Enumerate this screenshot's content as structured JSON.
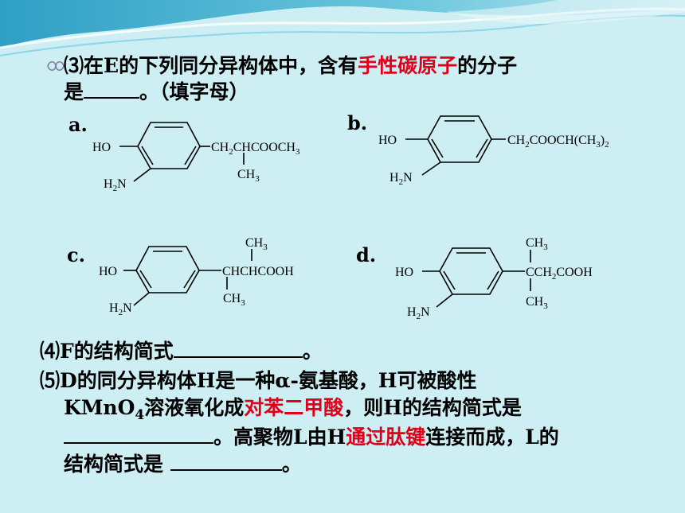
{
  "q3": {
    "num": "⑶",
    "pre": "在E的下列同分异构体中，含有",
    "red": "手性碳原子",
    "post": "的分子",
    "line2_pre": "是",
    "line2_post": "。（填字母）"
  },
  "options": {
    "a": {
      "letter": "a.",
      "ho": "HO",
      "nh2": "H",
      "nh2_sub": "2",
      "nh2_n": "N",
      "chain_pre": "CH",
      "chain_sub": "2",
      "chain_post": "CHCOOCH",
      "chain_sub2": "3",
      "branch": "CH",
      "branch_sub": "3"
    },
    "b": {
      "letter": "b.",
      "ho": "HO",
      "nh2": "H",
      "nh2_sub": "2",
      "nh2_n": "N",
      "chain_pre": "CH",
      "chain_sub": "2",
      "chain_mid": "COOCH(CH",
      "chain_sub2": "3",
      "chain_post": ")",
      "chain_sub3": "2"
    },
    "c": {
      "letter": "c.",
      "ho": "HO",
      "nh2": "H",
      "nh2_sub": "2",
      "nh2_n": "N",
      "top": "CH",
      "top_sub": "3",
      "chain": "CHCHCOOH",
      "bottom": "CH",
      "bottom_sub": "3"
    },
    "d": {
      "letter": "d.",
      "ho": "HO",
      "nh2": "H",
      "nh2_sub": "2",
      "nh2_n": "N",
      "top": "CH",
      "top_sub": "3",
      "chain_pre": "CCH",
      "chain_sub": "2",
      "chain_post": "COOH",
      "bottom": "CH",
      "bottom_sub": "3"
    }
  },
  "q4": {
    "num": "⑷",
    "text": "F的结构简式",
    "end": "。"
  },
  "q5": {
    "num": "⑸",
    "l1_pre": "D的同分异构体H是一种α-氨基酸，H可被酸性",
    "l2_pre": "KMnO",
    "l2_sub": "4",
    "l2_mid": "溶液氧化成",
    "l2_red": "对苯二甲酸",
    "l2_post": "，则H的结构简式是",
    "l3_mid": "。高聚物L由H",
    "l3_red": "通过肽键",
    "l3_post": "连接而成，L的",
    "l4": "结构简式是 ",
    "l4_end": "。"
  },
  "colors": {
    "accent_red": "#e0001a",
    "background": "#cdeef2",
    "wave": "#4fb3cf"
  }
}
